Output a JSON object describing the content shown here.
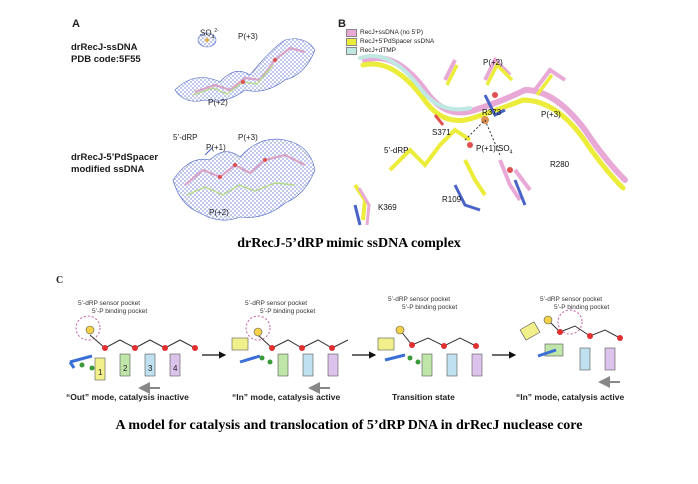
{
  "panelA": {
    "label": "A",
    "top_title": "drRecJ-ssDNA",
    "top_code": "PDB code:5F55",
    "bottom_title": "drRecJ-5’PdSpacer",
    "bottom_sub": "modified ssDNA",
    "top_labels": {
      "so4": "SO",
      "p3": "P(+3)",
      "p2": "P(+2)"
    },
    "bottom_labels": {
      "drp": "5’-dRP",
      "p1": "P(+1)",
      "p3": "P(+3)",
      "p2": "P(+2)"
    }
  },
  "panelB": {
    "label": "B",
    "legend": [
      {
        "text": "RecJ+ssDNA (no 5’P)",
        "color": "#e9a9d6"
      },
      {
        "text": "RecJ+5’PdSpacer ssDNA",
        "color": "#ecec3a"
      },
      {
        "text": "RecJ+dTMP",
        "color": "#bfe8e2"
      }
    ],
    "labels": {
      "p2": "P(+2)",
      "r373": "R373",
      "p3": "P(+3)",
      "s371": "S371",
      "drp": "5’-dRP",
      "p1": "P(+1)/SO",
      "r280": "R280",
      "r109": "R109",
      "k369": "K369"
    }
  },
  "caption1": "drRecJ-5’dRP mimic ssDNA complex",
  "panelC": {
    "label": "C",
    "pocket_drp": "5’-dRP sensor pocket",
    "pocket_p": "5’-P binding pocket",
    "modes": [
      "“Out” mode, catalysis inactive",
      "“In” mode, catalysis active",
      "Transition state",
      "“In” mode, catalysis active"
    ],
    "boxes": [
      "1",
      "2",
      "3",
      "4"
    ]
  },
  "caption2": "A model for catalysis and translocation of 5’dRP DNA in drRecJ nuclease core",
  "colors": {
    "pink": "#e9a9d6",
    "yellow": "#ecec3a",
    "cyan": "#bfe8e2",
    "box1": "#f1f08a",
    "box2": "#bfe6a8",
    "box3": "#bfe0ef",
    "box4": "#dcc3ec",
    "mesh": "#4a63c8"
  }
}
